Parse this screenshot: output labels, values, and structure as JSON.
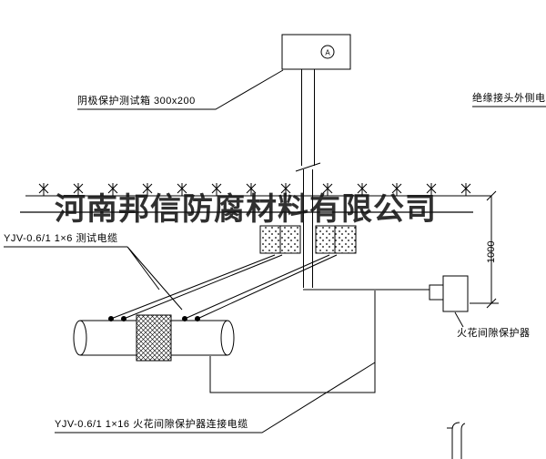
{
  "watermark": {
    "text": "河南邦信防腐材料有限公司"
  },
  "labels": {
    "test_box": "阴极保护测试箱 300x200",
    "outer_cable": "绝缘接头外侧电缆",
    "test_cable": "YJV-0.6/1 1×6  测试电缆",
    "spark_protector": "火花间隙保护器",
    "connect_cable": "YJV-0.6/1 1×16  火花间隙保护器连接电缆",
    "dimension_1000": "1000",
    "meter": "A"
  },
  "colors": {
    "line": "#000000",
    "background": "#ffffff",
    "watermark": "#141414"
  }
}
